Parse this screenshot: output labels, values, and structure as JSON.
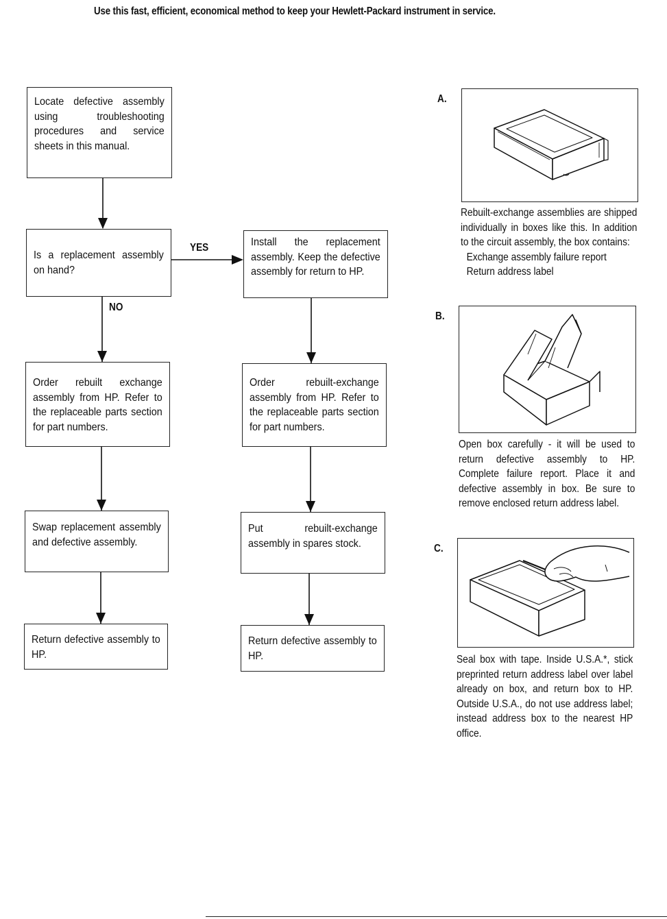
{
  "header": {
    "text": "Use this fast, efficient, economical method to keep your Hewlett-Packard instrument in service."
  },
  "flowchart": {
    "locate": "Locate defective assembly using troubleshooting procedures and service sheets in this manual.",
    "question": "Is a replacement assembly on hand?",
    "yes_label": "YES",
    "no_label": "NO",
    "install": "Install the replacement assembly. Keep the defective assembly for return to HP.",
    "order_left": "Order rebuilt exchange assembly from HP. Refer to the replaceable parts section for part numbers.",
    "order_right": "Order rebuilt-exchange assembly from HP. Refer to the replaceable parts section for part numbers.",
    "swap": "Swap replacement assembly and defective assembly.",
    "spares": "Put rebuilt-exchange assembly in spares stock.",
    "return_left": "Return defective assembly to HP.",
    "return_right": "Return defective assembly to HP."
  },
  "steps": [
    {
      "letter": "A.",
      "caption": "Rebuilt-exchange assemblies are shipped individually in boxes like this. In addition to the circuit assembly, the box contains:",
      "items": [
        "Exchange assembly failure report",
        "Return address label"
      ]
    },
    {
      "letter": "B.",
      "caption": "Open box carefully - it will be used to return defective assembly to HP. Complete failure report. Place it and defective assembly in box. Be sure to remove enclosed return address label."
    },
    {
      "letter": "C.",
      "caption": "Seal box with tape. Inside U.S.A.*, stick preprinted return address label over label already on box, and return box to HP. Outside U.S.A., do not use address label; instead address box to the nearest HP office."
    }
  ]
}
